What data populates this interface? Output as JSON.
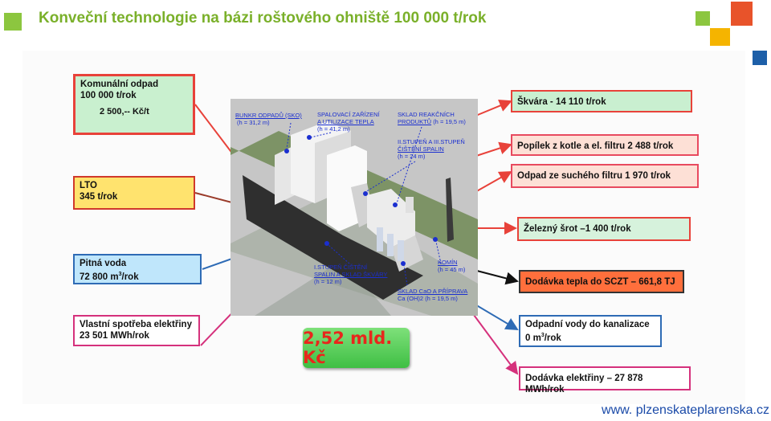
{
  "title": "Konveční technologie na bázi roštového ohniště 100 000 t/rok",
  "inputs": {
    "waste_title": "Komunální odpad",
    "waste_amount": "100 000 t/rok",
    "waste_price": "2 500,-- Kč/t",
    "lto_title": "LTO",
    "lto_amount": "345 t/rok",
    "water_title": "Pitná voda",
    "water_amount_prefix": "72 800 m",
    "water_amount_sup": "3",
    "water_amount_suffix": "/rok",
    "power_title": "Vlastní spotřeba elektřiny",
    "power_amount": "23 501 MWh/rok"
  },
  "outputs": {
    "slag": "Škvára - 14 110 t/rok",
    "ash": "Popílek z kotle a el. filtru 2 488 t/rok",
    "dry_filter": "Odpad ze suchého filtru 1 970 t/rok",
    "scrap": "Železný šrot  –1 400 t/rok",
    "heat": "Dodávka tepla do SCZT  – 661,8 TJ",
    "wastewater_title": "Odpadní vody do kanalizace",
    "wastewater_prefix": "0 m",
    "wastewater_sup": "3",
    "wastewater_suffix": "/rok",
    "electricity": "Dodávka elektřiny  – 27 878 MWh/rok"
  },
  "plant_labels": {
    "bunker_1": "BUNKR ODPADŮ (SKO)",
    "bunker_2": "(h = 31,2 m)",
    "comb_1": "SPALOVACÍ ZAŘÍZENÍ",
    "comb_2": "A UTILIZACE TEPLA",
    "comb_3": "(h = 41,2 m)",
    "store_1": "SKLAD REAKČNÍCH",
    "store_2": "PRODUKTŮ",
    "store_3": "(h = 19,5 m)",
    "clean2_1": "II.STUPEŇ A III.STUPEŇ",
    "clean2_2": "ČIŠTĚNÍ SPALIN",
    "clean2_3": "(h = 24 m)",
    "clean1_1": "I.STUPEŇ ČIŠTĚNÍ",
    "clean1_2": "SPALIN A SKLAD ŠKVÁRY",
    "clean1_3": "(h = 12 m)",
    "chimney_1": "KOMÍN",
    "chimney_2": "(h = 45 m)",
    "cao_1": "SKLAD CaO A PŘÍPRAVA",
    "cao_2": "Ca (OH)2",
    "cao_3": "(h = 19,5 m)"
  },
  "total_cost": "2,52 mld. Kč",
  "website": "www. plzenskateplarenska.cz",
  "colors": {
    "title_green": "#7ab02a",
    "arrow_red": "#e8423a",
    "arrow_blue": "#2e6bb5",
    "arrow_pink": "#d5317c",
    "arrow_brown": "#9a3b2a",
    "cost_red": "#e8271c"
  }
}
